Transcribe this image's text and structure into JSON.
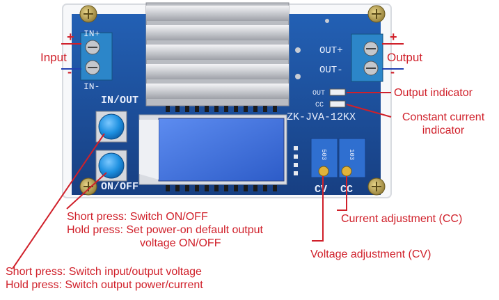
{
  "board": {
    "in_plus": "IN+",
    "in_minus": "IN-",
    "out_plus": "OUT+",
    "out_minus": "OUT-",
    "btn_in_out": "IN/OUT",
    "btn_on_off": "ON/OFF",
    "led_out": "OUT",
    "led_cc": "CC",
    "model": "ZK-JVA-12KX",
    "pot_cv": "CV",
    "pot_cc": "CC",
    "pot_cv_code": "503",
    "pot_cc_code": "103"
  },
  "annotations": {
    "input": "Input",
    "input_plus": "+",
    "input_minus": "-",
    "output": "Output",
    "output_plus": "+",
    "output_minus": "-",
    "output_indicator": "Output indicator",
    "cc_indicator_line1": "Constant current",
    "cc_indicator_line2": "indicator",
    "current_adjustment": "Current adjustment (CC)",
    "voltage_adjustment": "Voltage adjustment (CV)",
    "onoff_line1": "Short press: Switch ON/OFF",
    "onoff_line2": "Hold press: Set power-on default output",
    "onoff_line3": "voltage ON/OFF",
    "inout_line1": "Short press: Switch input/output voltage",
    "inout_line2": "Hold press: Switch output power/current"
  },
  "colors": {
    "pcb": "#1a4f9e",
    "label_red": "#d0202a",
    "label_blue": "#2040b0",
    "terminal": "#2c86c9",
    "button": "#1e90e0",
    "lcd": "#3a6fd6"
  }
}
